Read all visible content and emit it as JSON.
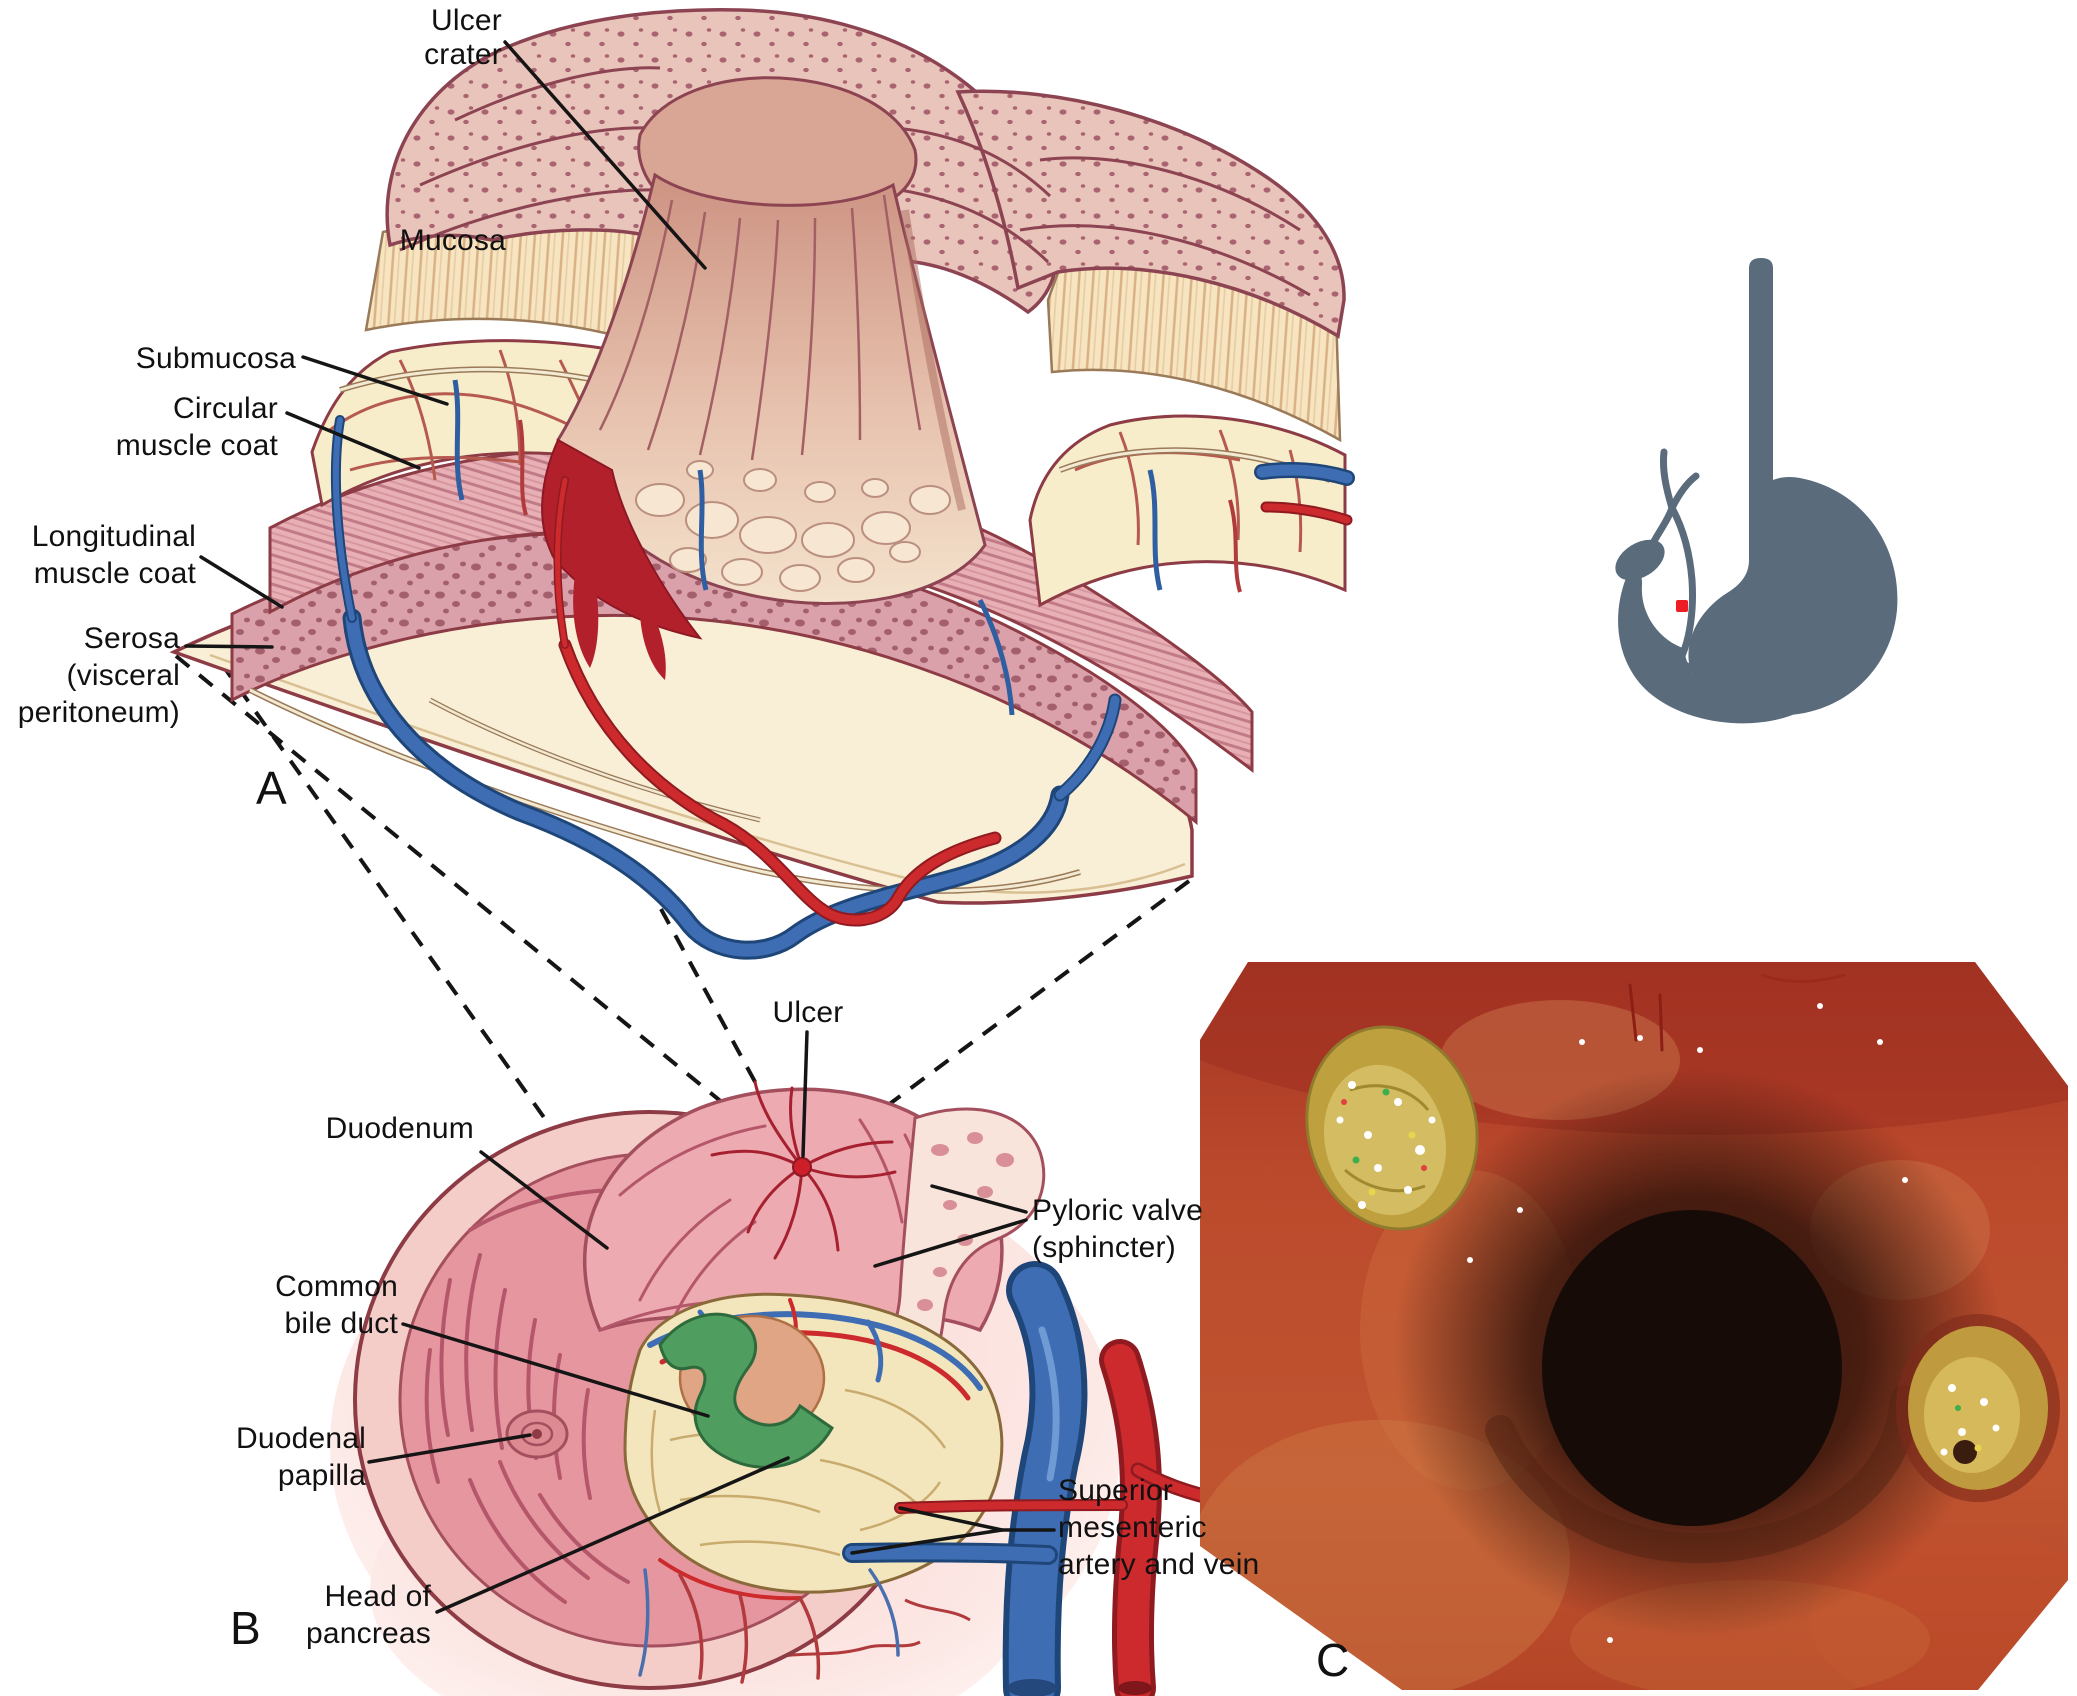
{
  "colors": {
    "artery_red": "#cc2a2c",
    "vein_blue": "#3e6db3",
    "bile_duct_green": "#4f9e5f",
    "ulcer_red": "#cc1f2a",
    "locator_gray": "#5a6b7c",
    "marker_red": "#ee1c25",
    "outline_maroon": "#8d3b45",
    "label_text": "#111111"
  },
  "icons": {
    "locator": "stomach-duodenum-silhouette-icon"
  },
  "panelA": {
    "letter": "A",
    "labels": {
      "ulcer_crater": "Ulcer\ncrater",
      "mucosa": "Mucosa",
      "submucosa": "Submucosa",
      "circular_muscle_coat": "Circular\nmuscle coat",
      "longitudinal_muscle_coat": "Longitudinal\nmuscle coat",
      "serosa": "Serosa\n(visceral\nperitoneum)"
    }
  },
  "panelB": {
    "letter": "B",
    "labels": {
      "ulcer": "Ulcer",
      "duodenum": "Duodenum",
      "common_bile_duct": "Common\nbile duct",
      "duodenal_papilla": "Duodenal\npapilla",
      "head_of_pancreas": "Head of\npancreas",
      "pyloric_valve": "Pyloric valve\n(sphincter)",
      "superior_mesenteric": "Superior\nmesenteric\nartery and vein"
    }
  },
  "panelC": {
    "letter": "C"
  },
  "locator": {
    "marker_color": "#ee1c25"
  }
}
